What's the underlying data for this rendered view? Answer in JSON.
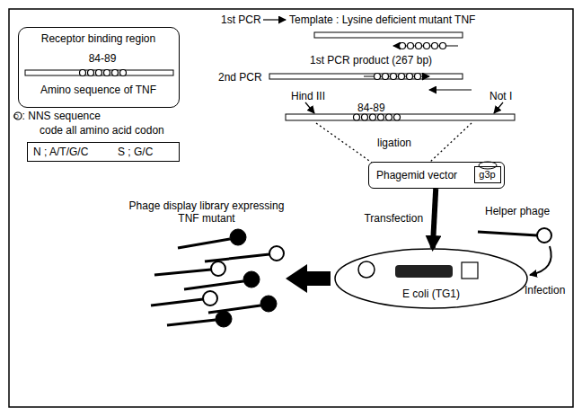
{
  "diagram": {
    "nodes": [
      {
        "text": [
          "Receptor binding region",
          "84-89",
          "Amino sequence of TNF"
        ]
      },
      {
        "text": [
          "N ; A/T/G/C",
          "S ; G/C"
        ]
      },
      {
        "text": [
          "Phagemid vector"
        ]
      },
      {
        "text": [
          "g3p"
        ],
        "in": 2
      },
      {
        "text": [
          "E coli (TG1)"
        ]
      }
    ],
    "edges": [
      {
        "from": 2,
        "to": 4,
        "arrow": "to",
        "label": "Transfection"
      }
    ],
    "labels": [
      "○ : NNS sequence",
      "code all amino acid codon",
      "1st PCR",
      "Template : Lysine deficient mutant TNF",
      "1st PCR product (267 bp)",
      "2nd PCR",
      "Hind III",
      "Not I",
      "84-89",
      "ligation",
      "Helper phage",
      "Infection",
      "Phage display library expressing TNF mutant"
    ]
  }
}
